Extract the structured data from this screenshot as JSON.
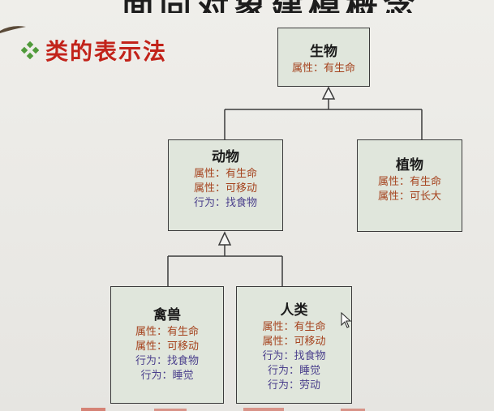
{
  "slide": {
    "title": "面向对象建模概念",
    "heading": "类的表示法"
  },
  "colors": {
    "heading": "#c2231a",
    "attribute": "#a5431e",
    "behavior": "#4a3f8c",
    "box_fill": "#e0e6dc",
    "box_border": "#3b3b3b"
  },
  "classes": {
    "shengwu": {
      "name": "生物",
      "attributes": [
        "属性：有生命"
      ],
      "behaviors": []
    },
    "dongwu": {
      "name": "动物",
      "attributes": [
        "属性：有生命",
        "属性：可移动"
      ],
      "behaviors": [
        "行为：找食物"
      ]
    },
    "zhiwu": {
      "name": "植物",
      "attributes": [
        "属性：有生命",
        "属性：可长大"
      ],
      "behaviors": []
    },
    "qinshou": {
      "name": "禽兽",
      "attributes": [
        "属性：有生命",
        "属性：可移动"
      ],
      "behaviors": [
        "行为：找食物",
        "行为：睡觉"
      ]
    },
    "renlei": {
      "name": "人类",
      "attributes": [
        "属性：有生命",
        "属性：可移动"
      ],
      "behaviors": [
        "行为：找食物",
        "行为：睡觉",
        "行为：劳动"
      ]
    }
  },
  "icons": {
    "bullet": "diamond-bullet-icon",
    "cursor": "mouse-pointer-icon",
    "inheritance": "hollow-triangle-arrow-icon"
  }
}
